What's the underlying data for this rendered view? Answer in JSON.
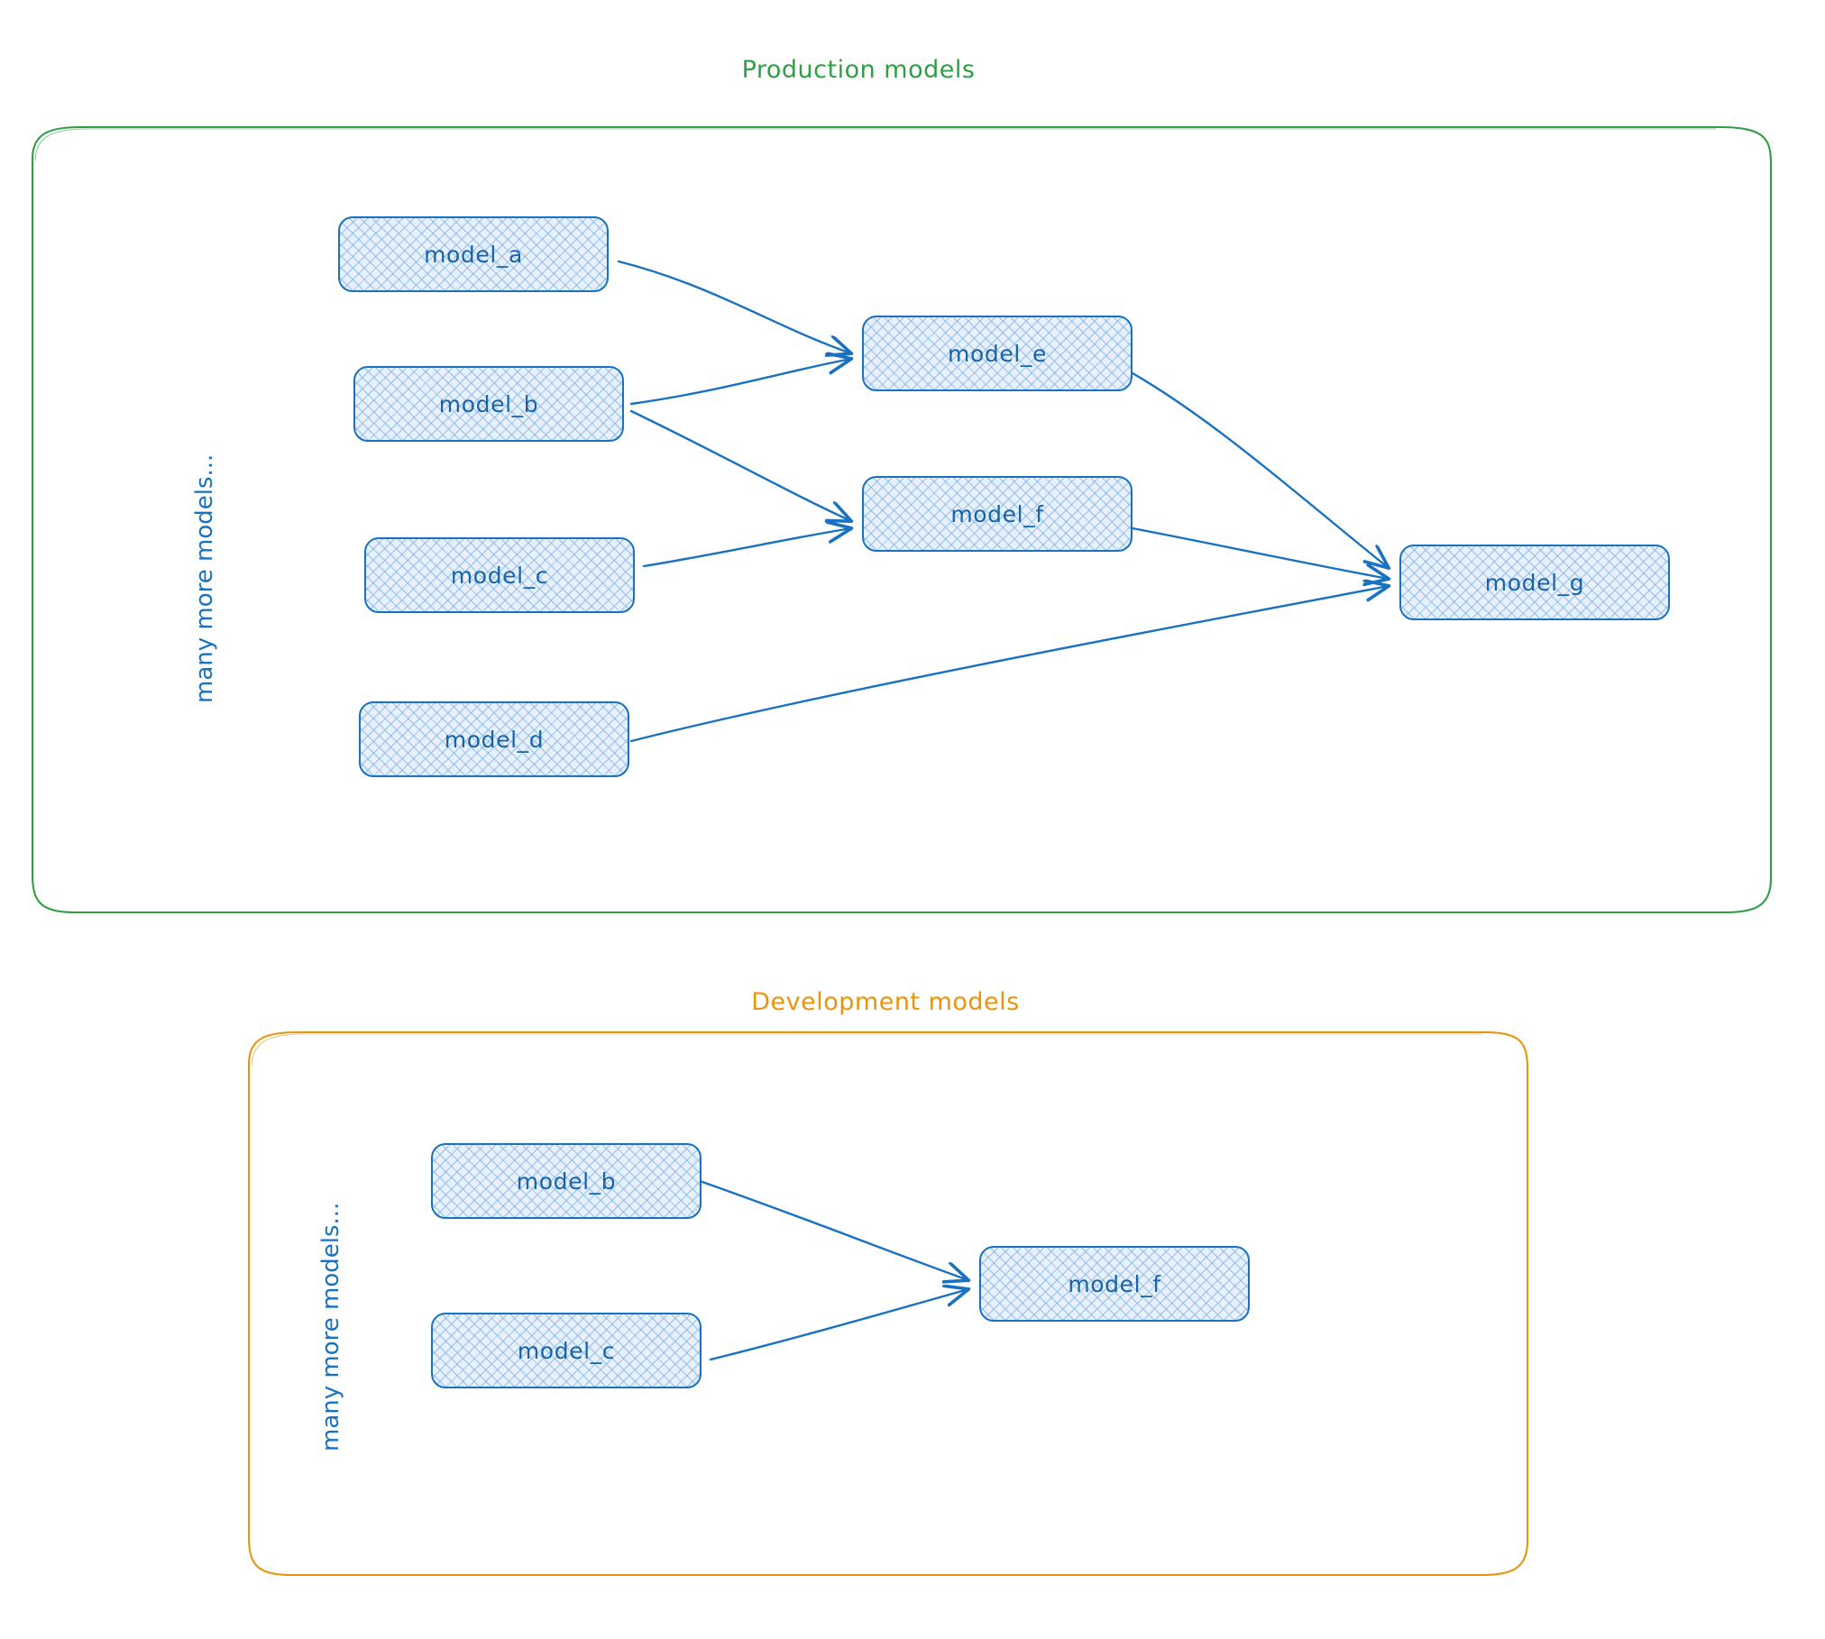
{
  "diagram": {
    "title_hidden": "dbt model lineage across environments",
    "colors": {
      "production_accent": "#2f9e44",
      "development_accent": "#e8940c",
      "node_stroke": "#1971c2",
      "node_fill": "#e7f0fb",
      "node_text": "#1864ab",
      "arrow": "#1971c2",
      "background": "#ffffff"
    }
  },
  "groups": [
    {
      "id": "production",
      "title": "Production models",
      "accent": "#2f9e44",
      "side_label": "many more models...",
      "nodes": [
        {
          "id": "prod_model_a",
          "label": "model_a"
        },
        {
          "id": "prod_model_b",
          "label": "model_b"
        },
        {
          "id": "prod_model_c",
          "label": "model_c"
        },
        {
          "id": "prod_model_d",
          "label": "model_d"
        },
        {
          "id": "prod_model_e",
          "label": "model_e"
        },
        {
          "id": "prod_model_f",
          "label": "model_f"
        },
        {
          "id": "prod_model_g",
          "label": "model_g"
        }
      ],
      "edges": [
        {
          "from": "model_a",
          "to": "model_e"
        },
        {
          "from": "model_b",
          "to": "model_e"
        },
        {
          "from": "model_b",
          "to": "model_f"
        },
        {
          "from": "model_c",
          "to": "model_f"
        },
        {
          "from": "model_e",
          "to": "model_g"
        },
        {
          "from": "model_f",
          "to": "model_g"
        },
        {
          "from": "model_d",
          "to": "model_g"
        }
      ]
    },
    {
      "id": "development",
      "title": "Development models",
      "accent": "#e8940c",
      "side_label": "many more models...",
      "nodes": [
        {
          "id": "dev_model_b",
          "label": "model_b"
        },
        {
          "id": "dev_model_c",
          "label": "model_c"
        },
        {
          "id": "dev_model_f",
          "label": "model_f"
        }
      ],
      "edges": [
        {
          "from": "model_b",
          "to": "model_f"
        },
        {
          "from": "model_c",
          "to": "model_f"
        }
      ]
    }
  ]
}
